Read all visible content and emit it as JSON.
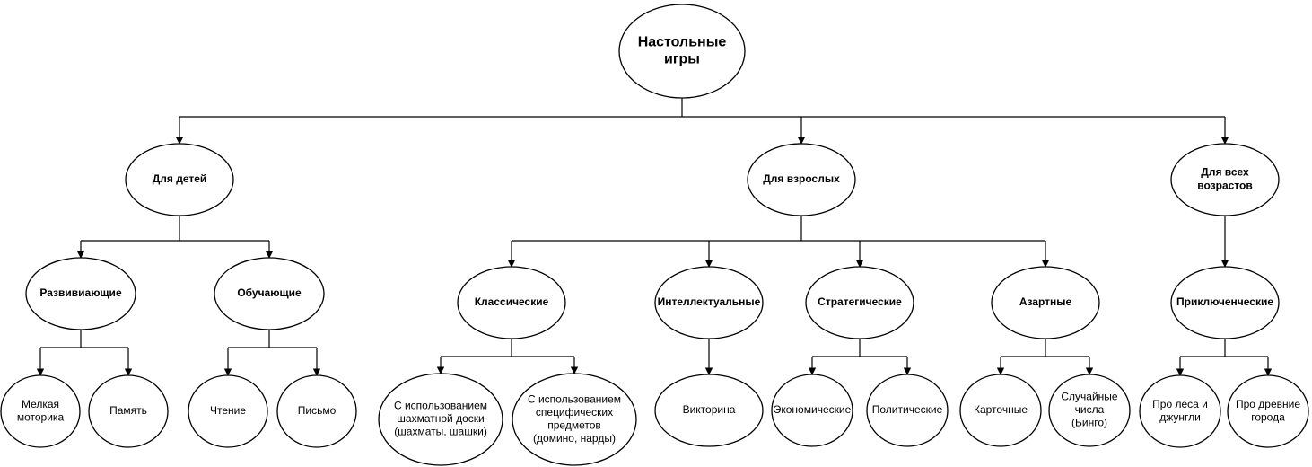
{
  "diagram": {
    "root": {
      "label": "Настольные игры",
      "lines": [
        "Настольные",
        "игры"
      ]
    },
    "categories": [
      {
        "label": "Для детей",
        "lines": [
          "Для детей"
        ],
        "groups": [
          {
            "label": "Развивиающие",
            "lines": [
              "Развивиающие"
            ],
            "items": [
              {
                "label": "Мелкая моторика",
                "lines": [
                  "Мелкая",
                  "моторика"
                ]
              },
              {
                "label": "Память",
                "lines": [
                  "Память"
                ]
              }
            ]
          },
          {
            "label": "Обучающие",
            "lines": [
              "Обучающие"
            ],
            "items": [
              {
                "label": "Чтение",
                "lines": [
                  "Чтение"
                ]
              },
              {
                "label": "Письмо",
                "lines": [
                  "Письмо"
                ]
              }
            ]
          }
        ]
      },
      {
        "label": "Для взрослых",
        "lines": [
          "Для взрослых"
        ],
        "groups": [
          {
            "label": "Классические",
            "lines": [
              "Классические"
            ],
            "items": [
              {
                "label": "С использованием шахматной доски (шахматы, шашки)",
                "lines": [
                  "С использованием",
                  "шахматной доски",
                  "(шахматы, шашки)"
                ]
              },
              {
                "label": "С использованием специфических предметов (домино, нарды)",
                "lines": [
                  "С использованием",
                  "специфических",
                  "предметов",
                  "(домино, нарды)"
                ]
              }
            ]
          },
          {
            "label": "Интеллектуальные",
            "lines": [
              "Интеллектуальные"
            ],
            "items": [
              {
                "label": "Викторина",
                "lines": [
                  "Викторина"
                ]
              }
            ]
          },
          {
            "label": "Стратегические",
            "lines": [
              "Стратегические"
            ],
            "items": [
              {
                "label": "Экономические",
                "lines": [
                  "Экономические"
                ]
              },
              {
                "label": "Политические",
                "lines": [
                  "Политические"
                ]
              }
            ]
          },
          {
            "label": "Азартные",
            "lines": [
              "Азартные"
            ],
            "items": [
              {
                "label": "Карточные",
                "lines": [
                  "Карточные"
                ]
              },
              {
                "label": "Случайные числа (Бинго)",
                "lines": [
                  "Случайные",
                  "числа",
                  "(Бинго)"
                ]
              }
            ]
          }
        ]
      },
      {
        "label": "Для всех возрастов",
        "lines": [
          "Для всех",
          "возрастов"
        ],
        "groups": [
          {
            "label": "Приключенческие",
            "lines": [
              "Приключенческие"
            ],
            "items": [
              {
                "label": "Про леса и джунгли",
                "lines": [
                  "Про леса и",
                  "джунгли"
                ]
              },
              {
                "label": "Про древние города",
                "lines": [
                  "Про древние",
                  "города"
                ]
              }
            ]
          }
        ]
      }
    ]
  }
}
